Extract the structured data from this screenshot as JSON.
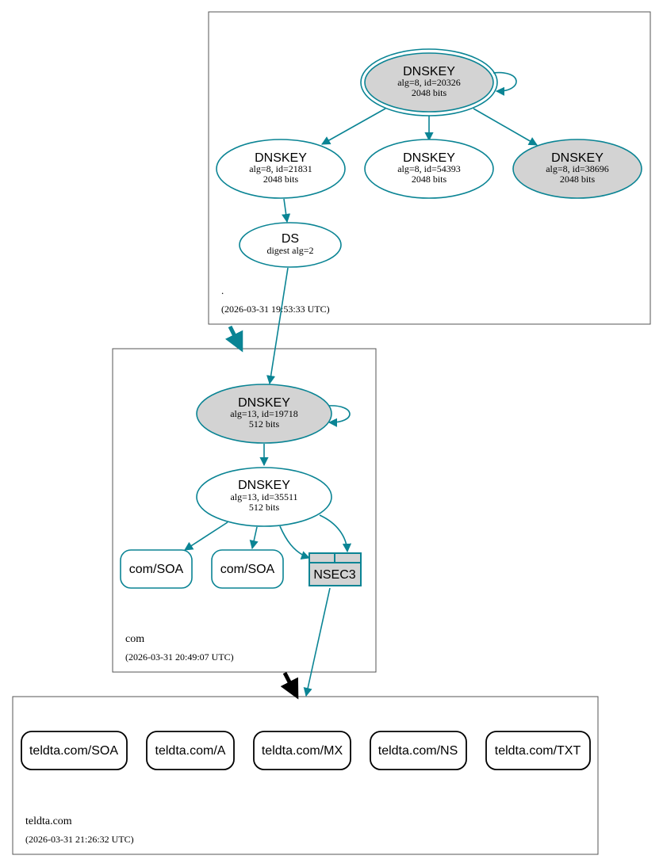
{
  "zones": {
    "root": {
      "name": ".",
      "timestamp": "(2026-03-31 19:53:33 UTC)"
    },
    "com": {
      "name": "com",
      "timestamp": "(2026-03-31 20:49:07 UTC)"
    },
    "teldta": {
      "name": "teldta.com",
      "timestamp": "(2026-03-31 21:26:32 UTC)"
    }
  },
  "root_keys": {
    "ksk": {
      "title": "DNSKEY",
      "line1": "alg=8, id=20326",
      "line2": "2048 bits"
    },
    "zsk1": {
      "title": "DNSKEY",
      "line1": "alg=8, id=21831",
      "line2": "2048 bits"
    },
    "zsk2": {
      "title": "DNSKEY",
      "line1": "alg=8, id=54393",
      "line2": "2048 bits"
    },
    "zsk3": {
      "title": "DNSKEY",
      "line1": "alg=8, id=38696",
      "line2": "2048 bits"
    }
  },
  "ds": {
    "title": "DS",
    "line1": "digest alg=2"
  },
  "com_keys": {
    "ksk": {
      "title": "DNSKEY",
      "line1": "alg=13, id=19718",
      "line2": "512 bits"
    },
    "zsk": {
      "title": "DNSKEY",
      "line1": "alg=13, id=35511",
      "line2": "512 bits"
    }
  },
  "com_records": {
    "soa1": "com/SOA",
    "soa2": "com/SOA",
    "nsec3": "NSEC3"
  },
  "teldta_records": [
    "teldta.com/SOA",
    "teldta.com/A",
    "teldta.com/MX",
    "teldta.com/NS",
    "teldta.com/TXT"
  ],
  "colors": {
    "edge": "#0a8494",
    "secure_fill": "#d3d3d3",
    "delegation": "#000000"
  }
}
